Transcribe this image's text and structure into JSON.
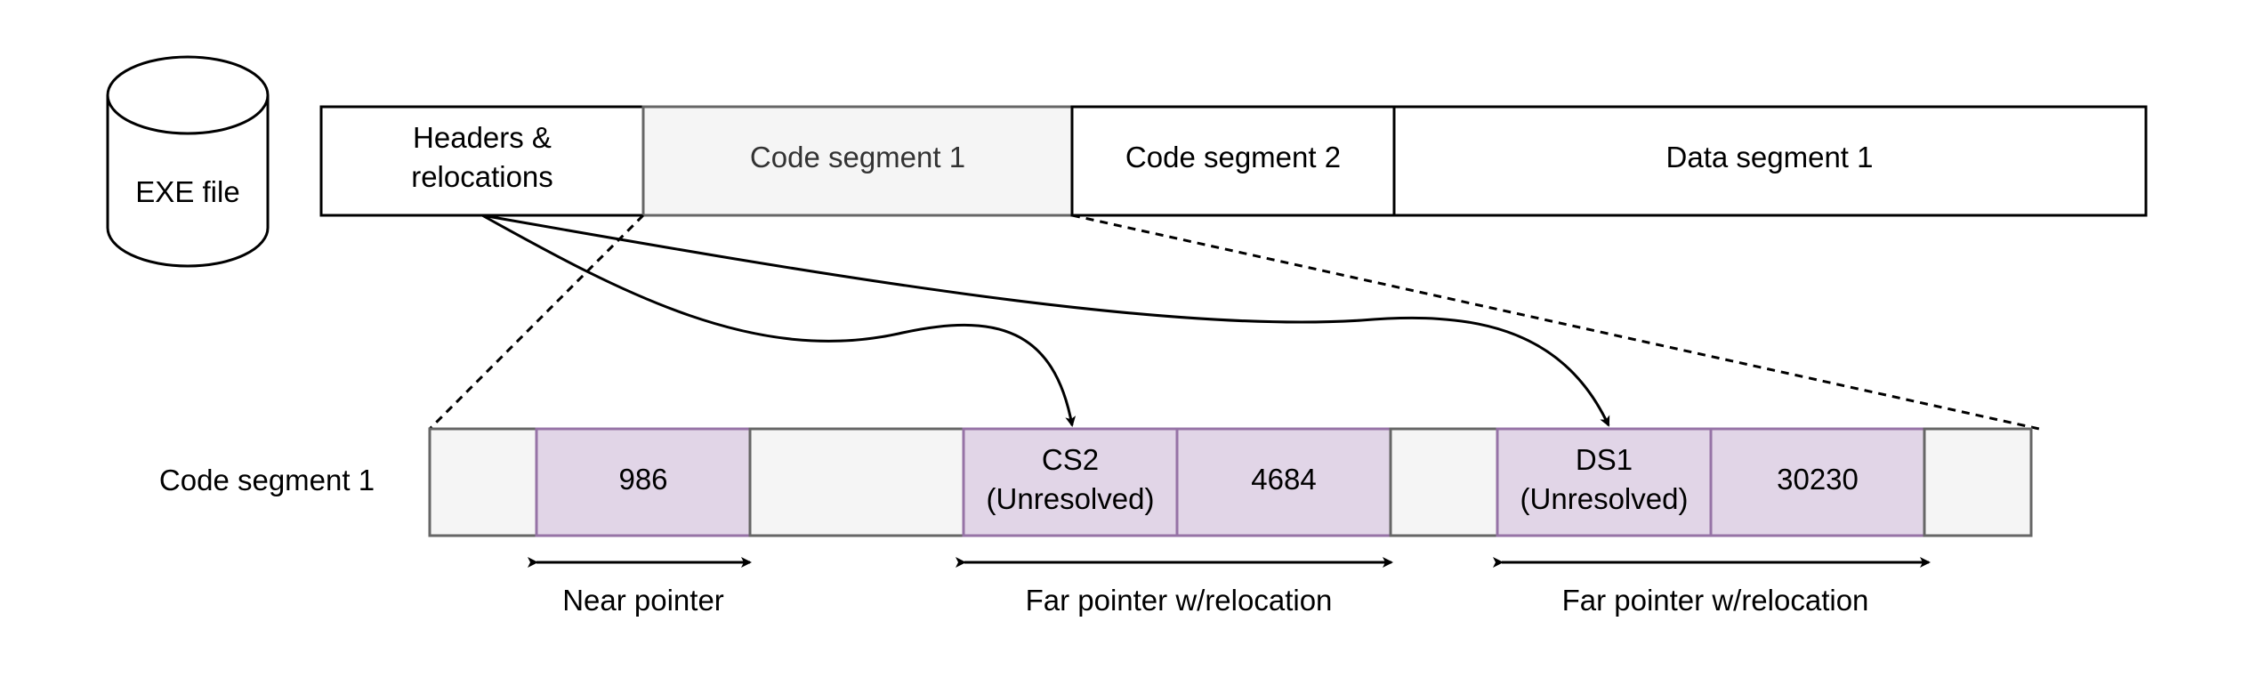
{
  "exe_file_label": "EXE file",
  "file_layout": [
    {
      "id": "headers",
      "lines": [
        "Headers &",
        "relocations"
      ],
      "fill": "#ffffff"
    },
    {
      "id": "code1",
      "lines": [
        "Code segment 1"
      ],
      "fill": "#f5f5f5"
    },
    {
      "id": "code2",
      "lines": [
        "Code segment 2"
      ],
      "fill": "#ffffff"
    },
    {
      "id": "data1",
      "lines": [
        "Data segment 1"
      ],
      "fill": "#ffffff"
    }
  ],
  "segment_row_label": "Code segment 1",
  "segment_cells": [
    {
      "lines": [],
      "highlight": false
    },
    {
      "lines": [
        "986"
      ],
      "highlight": true
    },
    {
      "lines": [],
      "highlight": false
    },
    {
      "lines": [
        "CS2",
        "(Unresolved)"
      ],
      "highlight": true
    },
    {
      "lines": [
        "4684"
      ],
      "highlight": true
    },
    {
      "lines": [],
      "highlight": false
    },
    {
      "lines": [
        "DS1",
        "(Unresolved)"
      ],
      "highlight": true
    },
    {
      "lines": [
        "30230"
      ],
      "highlight": true
    },
    {
      "lines": [],
      "highlight": false
    }
  ],
  "pointer_labels": {
    "near": "Near pointer",
    "far_cs": "Far pointer w/relocation",
    "far_ds": "Far pointer w/relocation"
  },
  "colors": {
    "highlight_fill": "#e1d5e7",
    "highlight_stroke": "#9673a6",
    "plain_fill": "#f5f5f5",
    "plain_stroke": "#666666",
    "line": "#000000"
  }
}
